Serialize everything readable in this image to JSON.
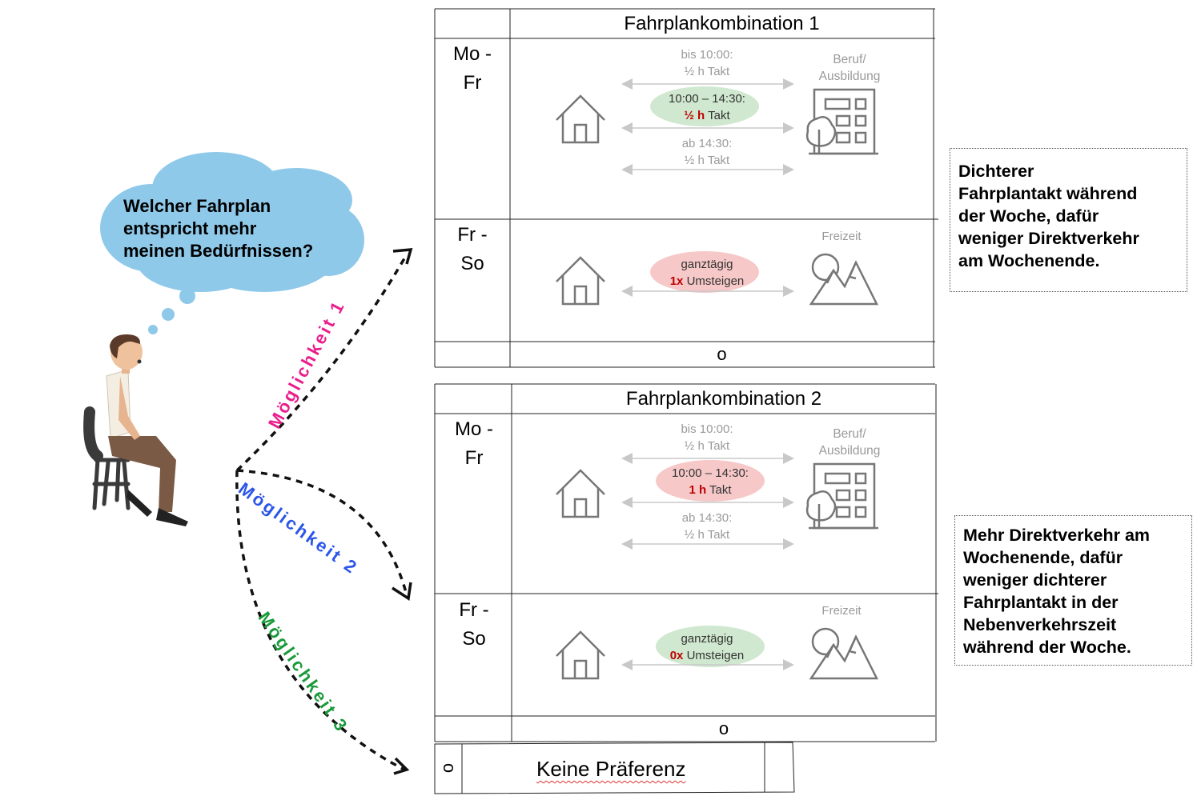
{
  "question": {
    "line1": "Welcher Fahrplan",
    "line2": "entspricht mehr",
    "line3": "meinen Bedürfnissen?"
  },
  "options": [
    {
      "label": "Möglichkeit 1",
      "color": "#e91e8c"
    },
    {
      "label": "Möglichkeit 2",
      "color": "#2b55e8"
    },
    {
      "label": "Möglichkeit 3",
      "color": "#1a9a3a"
    }
  ],
  "combo1": {
    "title": "Fahrplankombination 1",
    "weekday": {
      "l1": "Mo -",
      "l2": "Fr"
    },
    "weekend": {
      "l1": "Fr -",
      "l2": "So"
    },
    "dest_work": {
      "l1": "Beruf/",
      "l2": "Ausbildung"
    },
    "dest_leisure": "Freizeit",
    "slot1": {
      "l1": "bis 10:00:",
      "l2": "½ h Takt"
    },
    "slot2": {
      "l1": "10:00 – 14:30:",
      "hl": "½ h",
      "rest": " Takt"
    },
    "slot3": {
      "l1": "ab 14:30:",
      "l2": "½ h Takt"
    },
    "weekend_slot": {
      "l1": "ganztägig",
      "hl": "1x",
      "rest": " Umsteigen"
    },
    "radio": "o"
  },
  "combo2": {
    "title": "Fahrplankombination 2",
    "weekday": {
      "l1": "Mo -",
      "l2": "Fr"
    },
    "weekend": {
      "l1": "Fr -",
      "l2": "So"
    },
    "dest_work": {
      "l1": "Beruf/",
      "l2": "Ausbildung"
    },
    "dest_leisure": "Freizeit",
    "slot1": {
      "l1": "bis 10:00:",
      "l2": "½ h Takt"
    },
    "slot2": {
      "l1": "10:00 – 14:30:",
      "hl": "1 h",
      "rest": " Takt"
    },
    "slot3": {
      "l1": "ab 14:30:",
      "l2": "½ h Takt"
    },
    "weekend_slot": {
      "l1": "ganztägig",
      "hl": "0x",
      "rest": " Umsteigen"
    },
    "radio": "o"
  },
  "note1": {
    "l1": "Dichterer",
    "l2": "Fahrplantakt während",
    "l3": "der Woche, dafür",
    "l4": "weniger Direktverkehr",
    "l5": "am Wochenende."
  },
  "note2": {
    "l1": "Mehr Direktverkehr am",
    "l2": "Wochenende, dafür",
    "l3": "weniger dichterer",
    "l4": "Fahrplantakt in der",
    "l5": "Nebenverkehrszeit",
    "l6": "während der Woche."
  },
  "no_preference": {
    "radio": "o",
    "label": "Keine Präferenz"
  },
  "colors": {
    "bubble_green": "#cfe8cf",
    "bubble_red": "#f6c8c8",
    "cloud": "#8ec9ea",
    "icon_gray": "#777777",
    "arrow_gray": "#c8c8c8"
  }
}
